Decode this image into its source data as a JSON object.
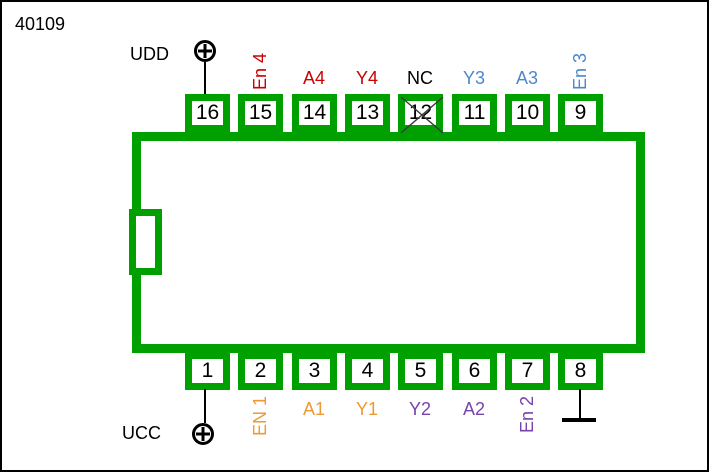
{
  "title": "40109",
  "chip": {
    "pins_top": [
      {
        "number": "16",
        "label": "UDD",
        "connection": "power-plus"
      },
      {
        "number": "15",
        "label": "En 4"
      },
      {
        "number": "14",
        "label": "A4"
      },
      {
        "number": "13",
        "label": "Y4"
      },
      {
        "number": "12",
        "label": "NC",
        "crossed": true
      },
      {
        "number": "11",
        "label": "Y3"
      },
      {
        "number": "10",
        "label": "A3"
      },
      {
        "number": "9",
        "label": "En 3"
      }
    ],
    "pins_bottom": [
      {
        "number": "1",
        "label": "UCC",
        "connection": "power-plus"
      },
      {
        "number": "2",
        "label": "EN 1"
      },
      {
        "number": "3",
        "label": "A1"
      },
      {
        "number": "4",
        "label": "Y1"
      },
      {
        "number": "5",
        "label": "Y2"
      },
      {
        "number": "6",
        "label": "A2"
      },
      {
        "number": "7",
        "label": "En 2"
      },
      {
        "number": "8",
        "label": "",
        "connection": "ground"
      }
    ]
  },
  "colors": {
    "chip_outline": "#00A000",
    "group4_labels": "#CC0000",
    "group3_labels": "#4D88CC",
    "group1_labels": "#EE9933",
    "group2_labels": "#7744AA",
    "nc_label": "#000000"
  }
}
